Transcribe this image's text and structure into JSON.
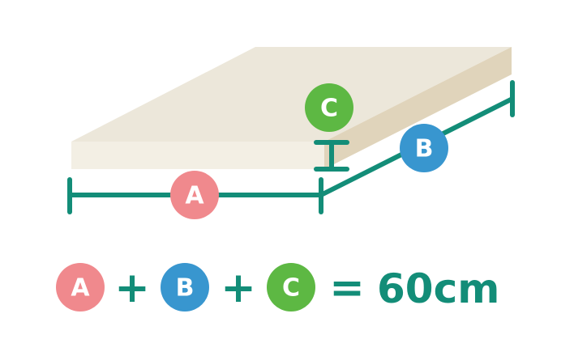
{
  "dimensions": {
    "a": {
      "label": "A",
      "color": "#f0898d"
    },
    "b": {
      "label": "B",
      "color": "#3896cf"
    },
    "c": {
      "label": "C",
      "color": "#5db843"
    }
  },
  "line_color": "#138d78",
  "slab_colors": {
    "top": "#ece7da",
    "front": "#f3efe4",
    "side": "#e0d4bb"
  },
  "formula": {
    "plus_1": "+",
    "plus_2": "+",
    "equals": "=",
    "result": "60cm"
  }
}
